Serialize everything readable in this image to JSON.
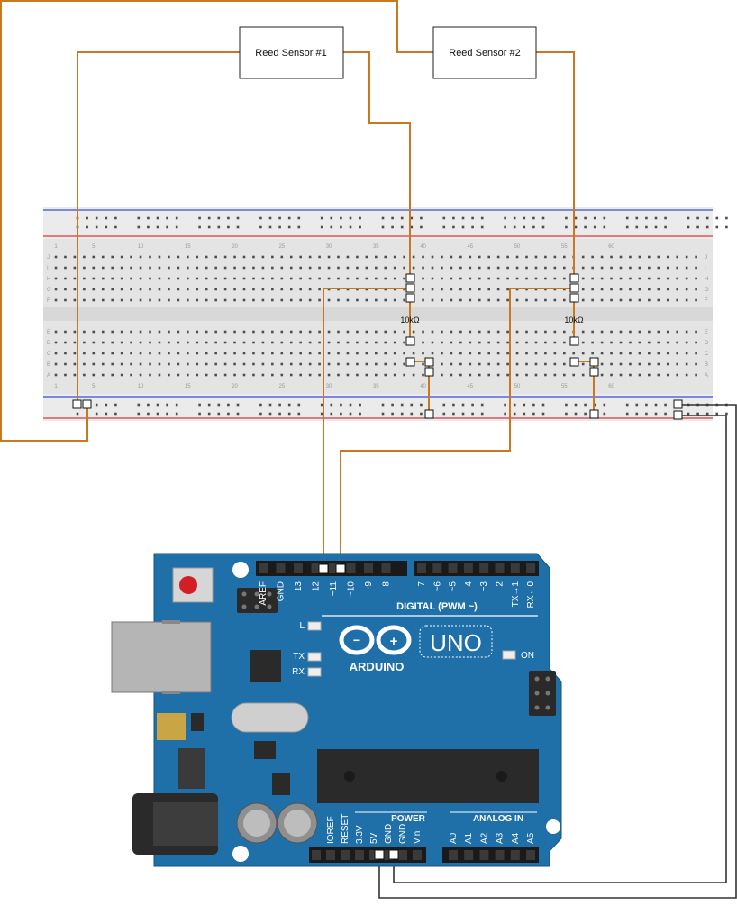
{
  "sensors": [
    {
      "label": "Reed Sensor #1"
    },
    {
      "label": "Reed Sensor #2"
    }
  ],
  "resistors": [
    {
      "label": "10kΩ"
    },
    {
      "label": "10kΩ"
    }
  ],
  "breadboard": {
    "columns": [
      "1",
      "5",
      "10",
      "15",
      "20",
      "25",
      "30",
      "35",
      "40",
      "45",
      "50",
      "55",
      "60"
    ],
    "rows_top": [
      "J",
      "I",
      "H",
      "G",
      "F"
    ],
    "rows_bottom": [
      "E",
      "D",
      "C",
      "B",
      "A"
    ]
  },
  "arduino": {
    "logo_text": "ARDUINO",
    "model": "UNO",
    "on_label": "ON",
    "led_labels": [
      "L",
      "TX",
      "RX"
    ],
    "digital_pins": [
      "AREF",
      "GND",
      "13",
      "12",
      "~11",
      "~10",
      "~9",
      "8",
      "7",
      "~6",
      "~5",
      "4",
      "~3",
      "2",
      "TX→1",
      "RX←0"
    ],
    "digital_header_label": "DIGITAL (PWM ~)",
    "power_header_label": "POWER",
    "power_pins": [
      "IOREF",
      "RESET",
      "3.3V",
      "5V",
      "GND",
      "GND",
      "Vin"
    ],
    "analog_header_label": "ANALOG IN",
    "analog_pins": [
      "A0",
      "A1",
      "A2",
      "A3",
      "A4",
      "A5"
    ]
  },
  "colors": {
    "wire_orange": "#c8781e",
    "wire_black": "#333333",
    "board_blue": "#1f6fa8",
    "rail_blue": "#3b4bd6",
    "rail_red": "#d23a3a",
    "breadboard": "#e6e6e6",
    "led_red": "#d21f26"
  }
}
